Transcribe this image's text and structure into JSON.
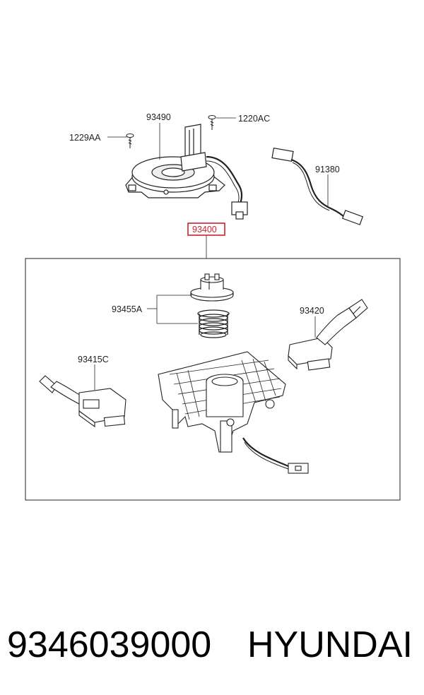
{
  "labels": {
    "p93490": "93490",
    "p1220AC": "1220AC",
    "p1229AA": "1229AA",
    "p91380": "91380",
    "p93400": "93400",
    "p93455A": "93455A",
    "p93420": "93420",
    "p93415C": "93415C"
  },
  "highlight_color": "#d0202a",
  "footer": {
    "part_number": "9346039000",
    "brand": "HYUNDAI"
  }
}
